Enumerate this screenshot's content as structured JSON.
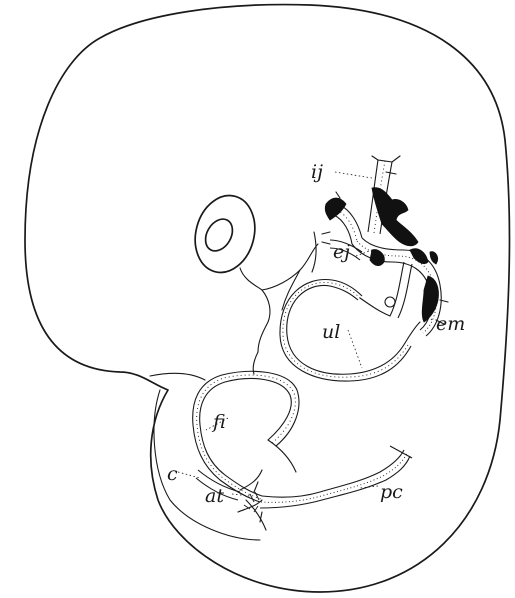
{
  "labels": {
    "ij": "ij",
    "ej": "ej",
    "em": "em",
    "ul": "ul",
    "fi": "fi",
    "c": "c",
    "at": "at",
    "pc": "pc"
  }
}
